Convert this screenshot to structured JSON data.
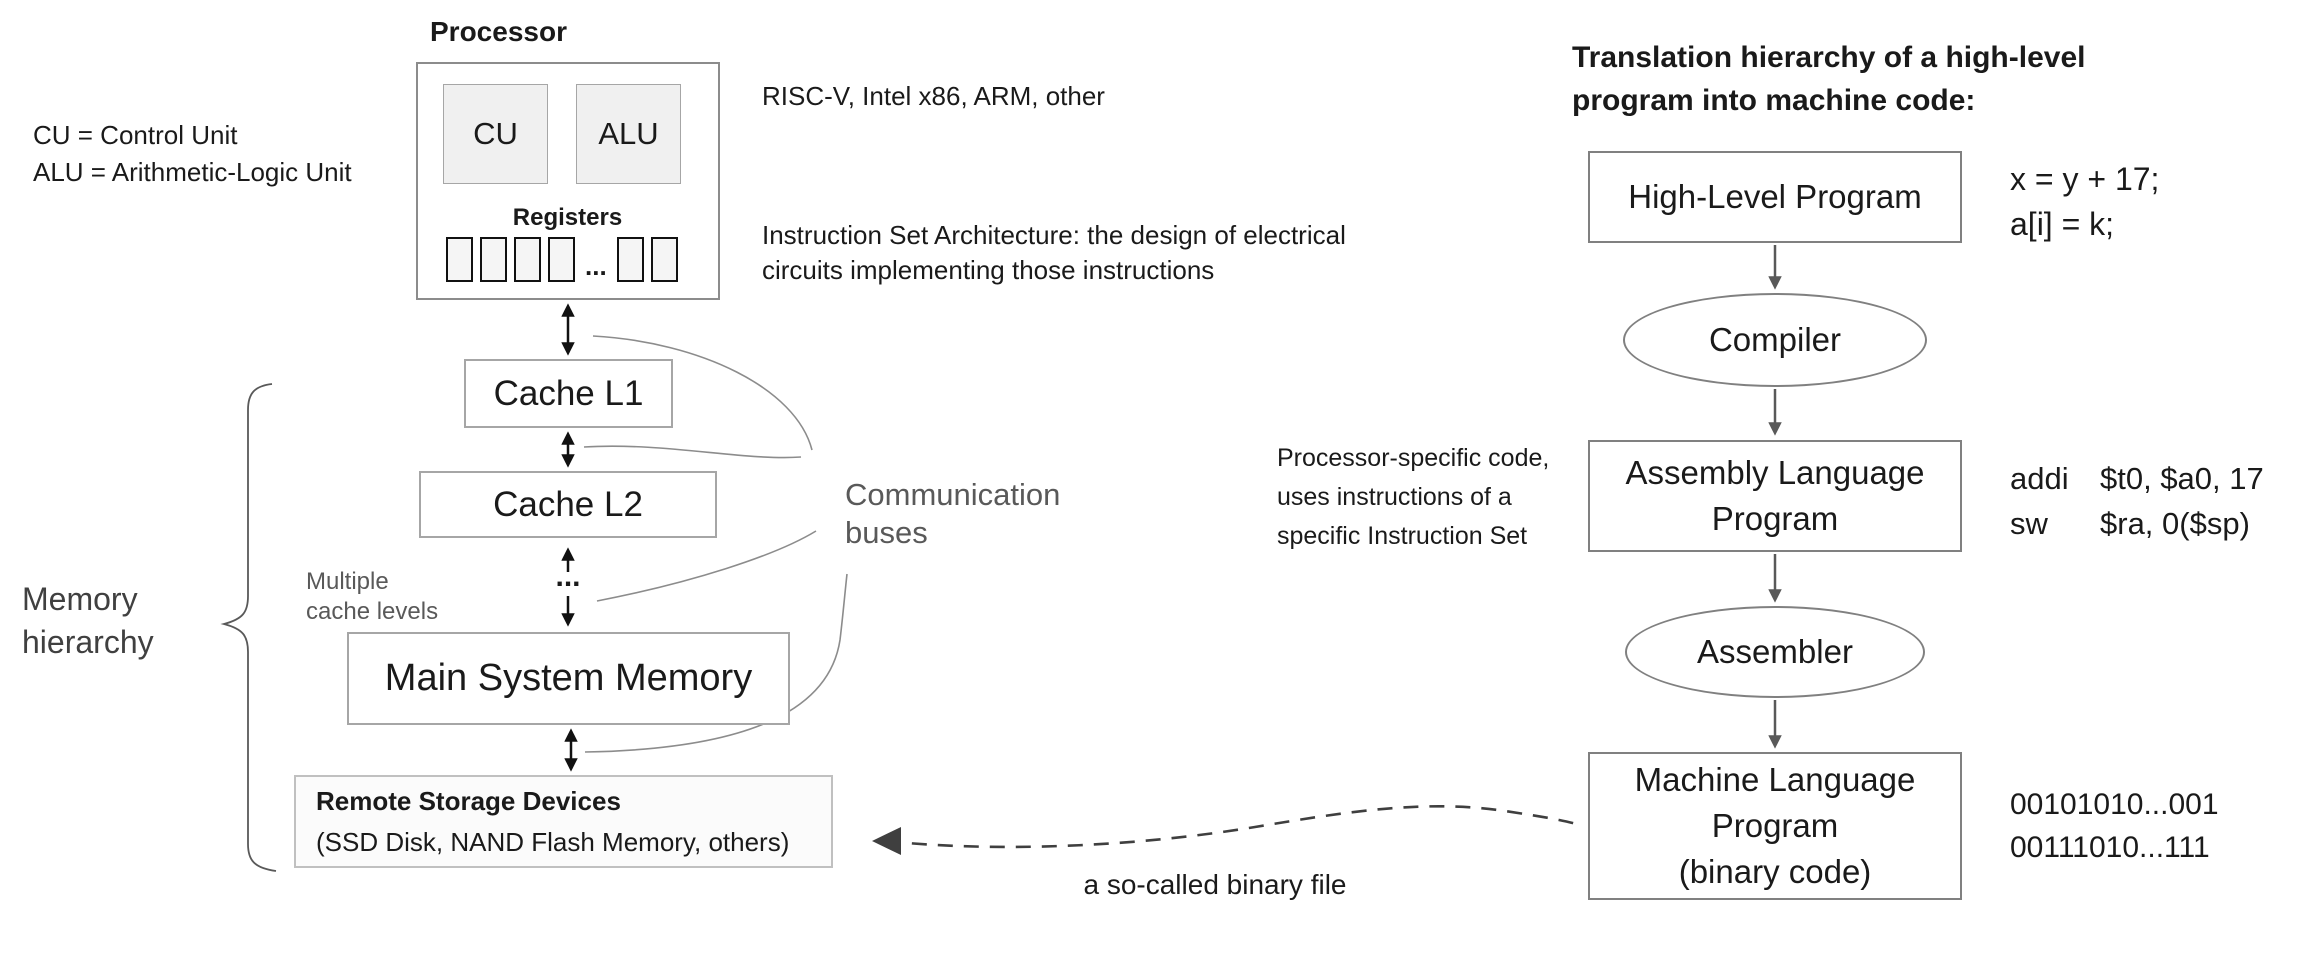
{
  "colors": {
    "background": "#ffffff",
    "box_border_gray": "#a6a6a6",
    "right_border_gray": "#808080",
    "subbox_fill": "#f0f0f0",
    "remote_fill": "#fbfbfb",
    "text_black": "#1a1a1a",
    "text_gray": "#595959",
    "text_dark_gray": "#404040",
    "curve_gray": "#8c8c8c",
    "arrow_black": "#111111"
  },
  "processor": {
    "title": "Processor",
    "cu": "CU",
    "alu": "ALU",
    "registers": "Registers",
    "registers_ellipsis": "..."
  },
  "legend": {
    "line1": "CU = Control Unit",
    "line2": "ALU = Arithmetic-Logic Unit"
  },
  "notes": {
    "isa_families": "RISC-V, Intel x86, ARM, other",
    "isa_line1": "Instruction Set Architecture: the design of electrical",
    "isa_line2": "circuits implementing those instructions"
  },
  "memory": {
    "cache_l1": "Cache L1",
    "cache_l2": "Cache L2",
    "levels_ellipsis": "...",
    "multiple_line1": "Multiple",
    "multiple_line2": "cache levels",
    "main": "Main System Memory",
    "remote_title": "Remote Storage Devices",
    "remote_sub": "(SSD Disk, NAND Flash Memory, others)",
    "hierarchy_line1": "Memory",
    "hierarchy_line2": "hierarchy",
    "buses_line1": "Communication",
    "buses_line2": "buses"
  },
  "translation": {
    "title_line1": "Translation hierarchy of a high-level",
    "title_line2": "program into machine code:",
    "high_level": "High-Level Program",
    "compiler": "Compiler",
    "assembly_line1": "Assembly Language",
    "assembly_line2": "Program",
    "assembler": "Assembler",
    "machine_line1": "Machine Language",
    "machine_line2": "Program",
    "machine_line3": "(binary code)",
    "note_line1": "Processor-specific code,",
    "note_line2": "uses instructions of a",
    "note_line3": "specific Instruction Set",
    "code_line1": "x = y + 17;",
    "code_line2": "a[i] = k;",
    "asm_rows": [
      {
        "mn": "addi",
        "ops": "$t0, $a0, 17"
      },
      {
        "mn": "sw",
        "ops": "$ra, 0($sp)"
      }
    ],
    "binary_line1": "00101010...001",
    "binary_line2": "00111010...111",
    "binary_caption": "a so-called binary file"
  }
}
